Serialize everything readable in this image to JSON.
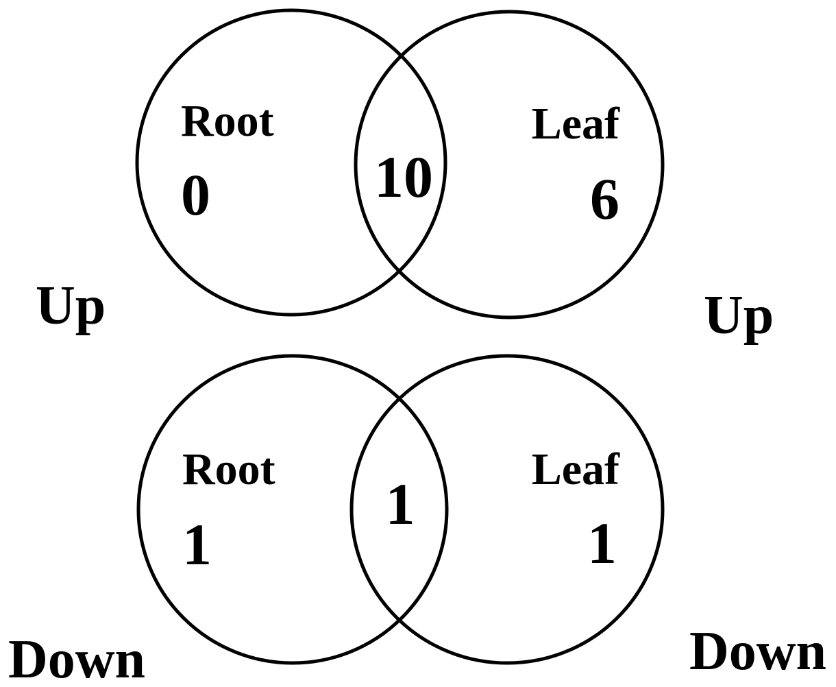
{
  "diagrams": [
    {
      "direction": "Up",
      "direction_label_left": "Up",
      "direction_label_right": "Up",
      "left_set": {
        "name": "Root",
        "only": "0"
      },
      "right_set": {
        "name": "Leaf",
        "only": "6"
      },
      "intersection": "10"
    },
    {
      "direction": "Down",
      "direction_label_left": "Down",
      "direction_label_right": "Down",
      "left_set": {
        "name": "Root",
        "only": "1"
      },
      "right_set": {
        "name": "Leaf",
        "only": "1"
      },
      "intersection": "1"
    }
  ],
  "colors": {
    "stroke": "#000000",
    "text": "#000000",
    "background": "#ffffff"
  }
}
